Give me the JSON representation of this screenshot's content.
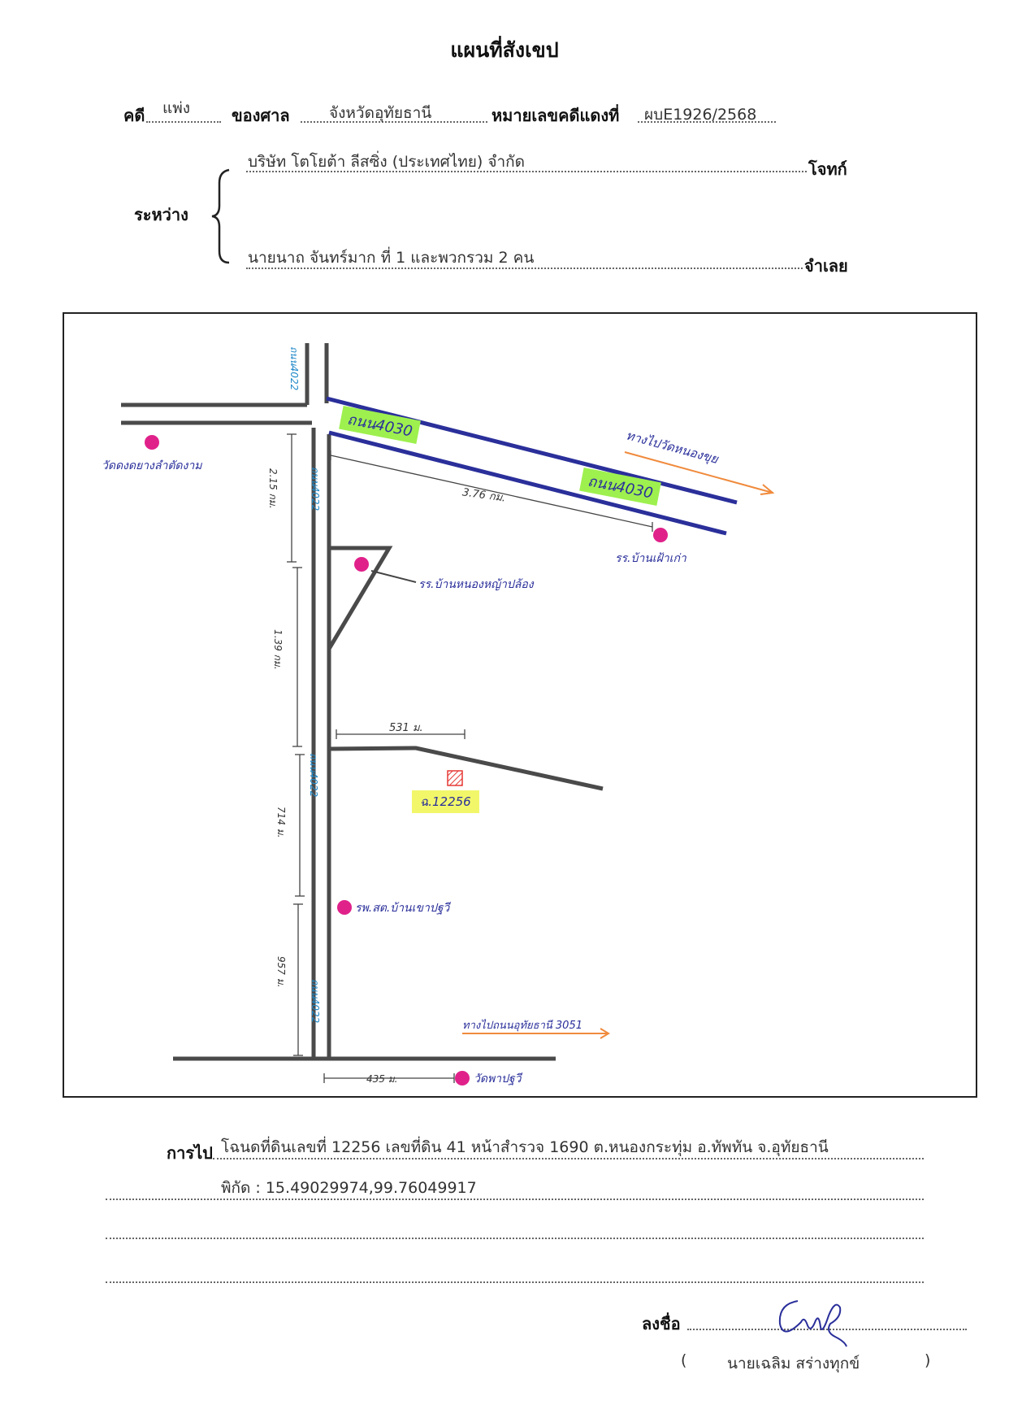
{
  "title": "แผนที่สังเขป",
  "header": {
    "case_label": "คดี",
    "case_value": "แพ่ง",
    "court_label": "ของศาล",
    "court_value": "จังหวัดอุทัยธานี",
    "red_no_label": "หมายเลขคดีแดงที่",
    "red_no_value": "ผบE1926/2568",
    "between_label": "ระหว่าง",
    "plaintiff_value": "บริษัท โตโยต้า ลีสซิ่ง (ประเทศไทย) จำกัด",
    "plaintiff_label": "โจทก์",
    "defendant_value": "นายนาถ จันทร์มาก ที่ 1 และพวกรวม 2 คน",
    "defendant_label": "จำเลย"
  },
  "map": {
    "road_4022_top": "ถนน4022",
    "road_4030_a": "ถนน4030",
    "road_4030_b": "ถนน4030",
    "to_wat": "ทางไปวัดหนองขุย",
    "wat_top_left": "วัดดงดยางลำตัดงาม",
    "dist_215": "2.15 กม.",
    "dist_376": "3.76 กม.",
    "school_baan_fai": "รร.บ้านเฝ้าเก่า",
    "school_nong": "รร.บ้านหนองหญ้าปล้อง",
    "road_4022_mid": "ถนน4022",
    "dist_139": "1.39 กม.",
    "dist_531": "531 ม.",
    "road_4022_low": "ถนน4022",
    "land_label": "ฉ.12256",
    "dist_714": "714 ม.",
    "hospital": "รพ.สต.บ้านเขาปฐวี",
    "dist_957": "957 ม.",
    "road_4022_bottom": "ถนน4022",
    "to_city": "ทางไปถนนอุทัยธานี 3051",
    "dist_435": "435 ม.",
    "wat_bottom": "วัดพาปฐวี"
  },
  "footer": {
    "directions_label": "การไป",
    "directions_value": "โฉนดที่ดินเลขที่ 12256 เลขที่ดิน 41 หน้าสำรวจ 1690 ต.หนองกระทุ่ม อ.ทัพทัน จ.อุทัยธานี",
    "coords_value": "พิกัด : 15.49029974,99.76049917",
    "sign_label": "ลงชื่อ",
    "signer_name": "นายเฉลิม สร่างทุกข์",
    "paren_open": "(",
    "paren_close": ")"
  },
  "colors": {
    "road": "#4a4a4a",
    "road_4030": "#2a2f9a",
    "landmark": "#e0218a",
    "highlight_green": "#9ef04e",
    "highlight_yellow": "#f2f76a",
    "arrow": "#f08a3c",
    "land_plot": "#e53935"
  }
}
